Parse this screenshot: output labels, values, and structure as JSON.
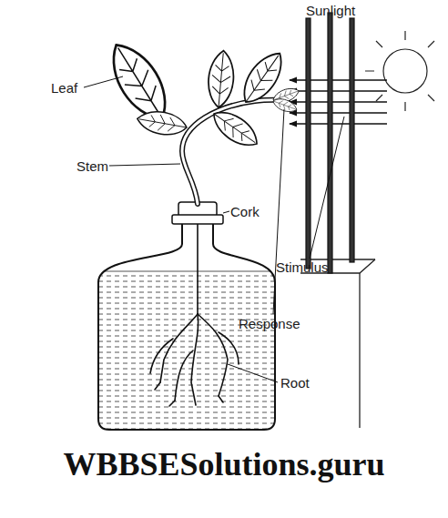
{
  "diagram": {
    "labels": [
      "Sunlight",
      "Leaf",
      "Stem",
      "Cork",
      "Stimulus",
      "Response",
      "Root",
      "WBBSESolutions.guru"
    ]
  }
}
